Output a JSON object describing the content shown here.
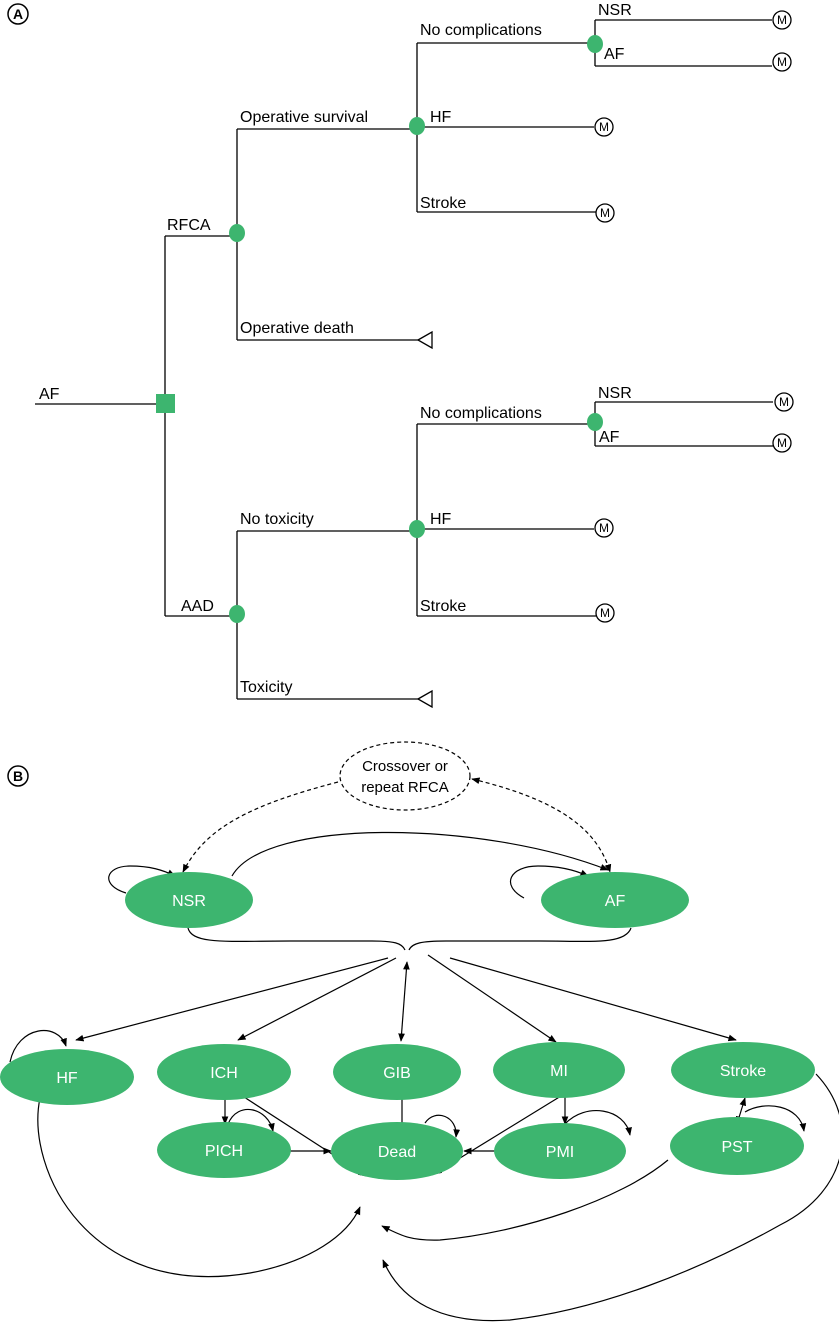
{
  "panel_a": {
    "label": "A",
    "root": "AF",
    "rfca": "RFCA",
    "operative_survival": "Operative survival",
    "operative_death": "Operative death",
    "rfca_no_complications": "No complications",
    "rfca_nsr": "NSR",
    "rfca_af": "AF",
    "rfca_hf": "HF",
    "rfca_stroke": "Stroke",
    "aad": "AAD",
    "no_toxicity": "No toxicity",
    "toxicity": "Toxicity",
    "aad_no_complications": "No complications",
    "aad_nsr": "NSR",
    "aad_af": "AF",
    "aad_hf": "HF",
    "aad_stroke": "Stroke",
    "markov": "M"
  },
  "panel_b": {
    "label": "B",
    "crossover_line1": "Crossover or",
    "crossover_line2": "repeat RFCA",
    "nsr": "NSR",
    "af": "AF",
    "hf": "HF",
    "ich": "ICH",
    "gib": "GIB",
    "mi": "MI",
    "stroke": "Stroke",
    "pich": "PICH",
    "dead": "Dead",
    "pmi": "PMI",
    "pst": "PST"
  },
  "colors": {
    "node": "#3db56f",
    "line": "#000000",
    "background": "#ffffff"
  }
}
